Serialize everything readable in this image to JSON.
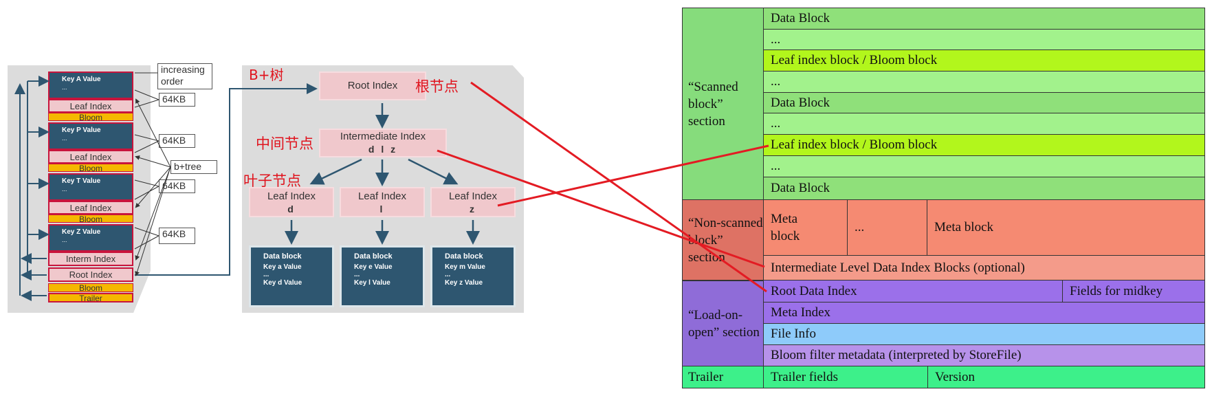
{
  "file_layout": {
    "key_blocks": [
      {
        "label": "Key A Value",
        "dots": "...",
        "leaf": "Leaf Index",
        "bloom": "Bloom"
      },
      {
        "label": "Key P Value",
        "dots": "...",
        "leaf": "Leaf Index",
        "bloom": "Bloom"
      },
      {
        "label": "Key T Value",
        "dots": "...",
        "leaf": "Leaf Index",
        "bloom": "Bloom"
      },
      {
        "label": "Key Z Value",
        "dots": "..."
      }
    ],
    "interm_index": "Interm Index",
    "root_index": "Root Index",
    "bloom": "Bloom",
    "trailer": "Trailer",
    "callouts": {
      "increasing_order": "increasing\norder",
      "size": "64KB",
      "btree": "b+tree"
    }
  },
  "btree": {
    "title": "B+树",
    "root": "Root Index",
    "root_cn": "根节点",
    "intermediate": "Intermediate Index",
    "intermediate_keys": "d l z",
    "intermediate_cn": "中间节点",
    "leaf_cn": "叶子节点",
    "leaves": [
      {
        "label": "Leaf Index",
        "key": "d"
      },
      {
        "label": "Leaf Index",
        "key": "l"
      },
      {
        "label": "Leaf Index",
        "key": "z"
      }
    ],
    "data_blocks": [
      {
        "title": "Data block",
        "first": "Key a Value",
        "dots": "...",
        "last": "Key d Value"
      },
      {
        "title": "Data block",
        "first": "Key e Value",
        "dots": "...",
        "last": "Key l Value"
      },
      {
        "title": "Data block",
        "first": "Key m Value",
        "dots": "...",
        "last": "Key z Value"
      }
    ]
  },
  "hfile": {
    "scanned_section": "“Scanned block” section",
    "nonscanned_section": "“Non-scanned block” section",
    "loadonopen_section": "“Load-on-open” section",
    "trailer_section": "Trailer",
    "scanned_rows": [
      "Data Block",
      "...",
      "Leaf index block / Bloom block",
      "...",
      "Data Block",
      "...",
      "Leaf index block / Bloom block",
      "...",
      "Data Block"
    ],
    "meta_block_1": "Meta block",
    "meta_dots": "...",
    "meta_block_2": "Meta block",
    "intermediate_level": "Intermediate Level Data Index Blocks (optional)",
    "root_data_index": "Root Data Index",
    "fields_for_midkey": "Fields for midkey",
    "meta_index": "Meta Index",
    "file_info": "File Info",
    "bloom_meta": "Bloom filter metadata (interpreted by StoreFile)",
    "trailer_fields": "Trailer fields",
    "version": "Version"
  },
  "colors": {
    "red_line": "#e31b23",
    "connector": "#2e5670",
    "scanned_green": "#8fe07a",
    "leaf_lime": "#b2f61c",
    "meta_salmon": "#f58a72",
    "index_purple": "#9b70ea",
    "file_info_blue": "#8ecbfa",
    "trailer_mint": "#3df08a"
  }
}
